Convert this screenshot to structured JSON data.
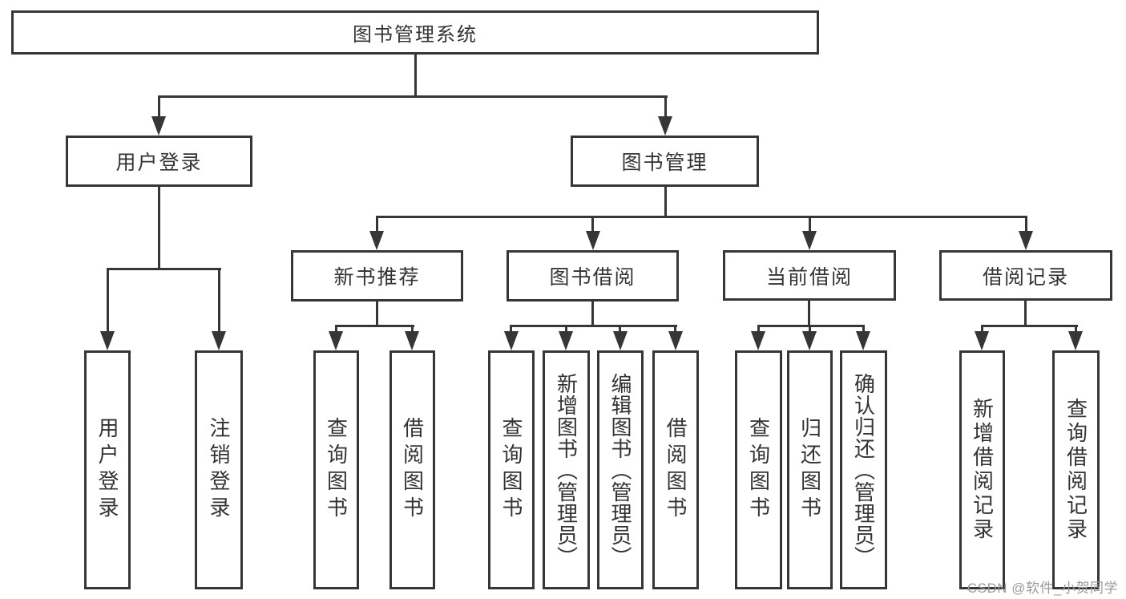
{
  "tree": {
    "label": "图书管理系统",
    "children": [
      {
        "label": "用户登录",
        "children": [
          {
            "label": "用户登录"
          },
          {
            "label": "注销登录"
          }
        ]
      },
      {
        "label": "图书管理",
        "children": [
          {
            "label": "新书推荐",
            "children": [
              {
                "label": "查询图书"
              },
              {
                "label": "借阅图书"
              }
            ]
          },
          {
            "label": "图书借阅",
            "children": [
              {
                "label": "查询图书"
              },
              {
                "label": "新增图书（管理员）"
              },
              {
                "label": "编辑图书（管理员）"
              },
              {
                "label": "借阅图书"
              }
            ]
          },
          {
            "label": "当前借阅",
            "children": [
              {
                "label": "查询图书"
              },
              {
                "label": "归还图书"
              },
              {
                "label": "确认归还（管理员）"
              }
            ]
          },
          {
            "label": "借阅记录",
            "children": [
              {
                "label": "新增借阅记录"
              },
              {
                "label": "查询借阅记录"
              }
            ]
          }
        ]
      }
    ]
  },
  "watermark": {
    "text": "CSDN @软件_小贺同学"
  },
  "colors": {
    "line": "#363636",
    "text": "#333333",
    "watermark": "#9b9b9b",
    "background": "#ffffff"
  }
}
